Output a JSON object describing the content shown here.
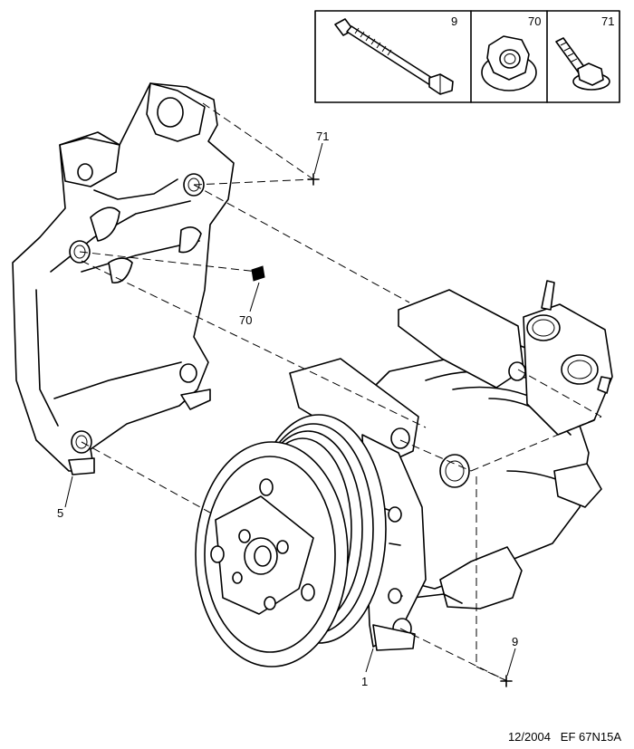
{
  "legend": {
    "cells": [
      {
        "ref": "9",
        "icon": "long-bolt-icon"
      },
      {
        "ref": "70",
        "icon": "flange-nut-icon"
      },
      {
        "ref": "71",
        "icon": "stud-bolt-icon"
      }
    ]
  },
  "callouts": {
    "bolt_top": "71",
    "nut": "70",
    "bracket": "5",
    "compressor": "1",
    "bolt_bottom": "9"
  },
  "footer": {
    "date": "12/2004",
    "reference": "EF 67N15A"
  }
}
